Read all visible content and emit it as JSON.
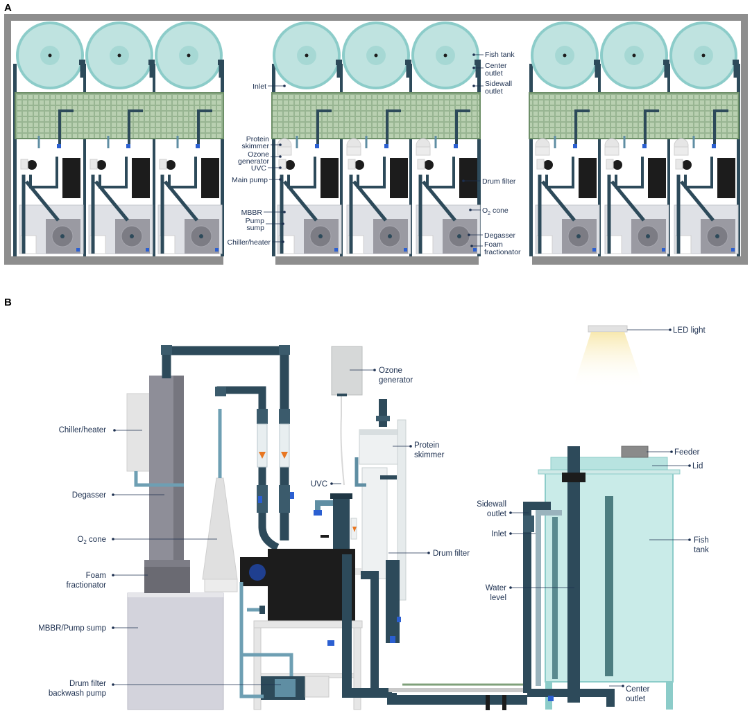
{
  "panels": {
    "a": "A",
    "b": "B"
  },
  "labels_a": {
    "fish_tank": "Fish tank",
    "center_outlet_1": "Center",
    "center_outlet_2": "outlet",
    "sidewall_outlet_1": "Sidewall",
    "sidewall_outlet_2": "outlet",
    "inlet": "Inlet",
    "protein_skimmer_1": "Protein",
    "protein_skimmer_2": "skimmer",
    "ozone_generator_1": "Ozone",
    "ozone_generator_2": "generator",
    "uvc": "UVC",
    "main_pump": "Main pump",
    "drum_filter": "Drum filter",
    "mbbr": "MBBR",
    "o2_cone_prefix": "O",
    "o2_cone_sub": "2",
    "o2_cone_suffix": " cone",
    "pump_sump_1": "Pump",
    "pump_sump_2": "sump",
    "degasser": "Degasser",
    "chiller_heater": "Chiller/heater",
    "foam_fractionator_1": "Foam",
    "foam_fractionator_2": "fractionator"
  },
  "labels_b": {
    "led_light": "LED light",
    "ozone_generator_1": "Ozone",
    "ozone_generator_2": "generator",
    "chiller_heater": "Chiller/heater",
    "protein_skimmer_1": "Protein",
    "protein_skimmer_2": "skimmer",
    "feeder": "Feeder",
    "lid": "Lid",
    "uvc": "UVC",
    "degasser": "Degasser",
    "sidewall_outlet_1": "Sidewall",
    "sidewall_outlet_2": "outlet",
    "fish_tank_1": "Fish",
    "fish_tank_2": "tank",
    "inlet": "Inlet",
    "o2_cone_prefix": "O",
    "o2_cone_sub": "2",
    "o2_cone_suffix": " cone",
    "drum_filter": "Drum filter",
    "foam_fractionator_1": "Foam",
    "foam_fractionator_2": "fractionator",
    "water_level_1": "Water",
    "water_level_2": "level",
    "mbbr_pump_sump": "MBBR/Pump sump",
    "drum_filter_backwash_pump_1": "Drum filter",
    "drum_filter_backwash_pump_2": "backwash pump",
    "center_outlet_1": "Center",
    "center_outlet_2": "outlet"
  },
  "colors": {
    "pipe_dark": "#2d4a5a",
    "pipe_light": "#5f8ea3",
    "tank_water": "#bfe3e0",
    "tank_rim": "#8cccc9",
    "grid_green": "#7fa07a",
    "frame_gray": "#8d8d8d",
    "drum_black": "#1c1c1c",
    "label_text": "#1c2f4f",
    "uv_blue": "#1f3f8f"
  }
}
